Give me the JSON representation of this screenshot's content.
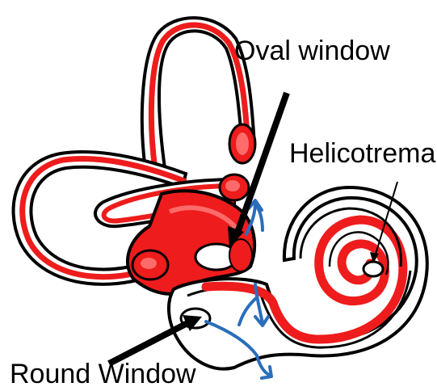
{
  "labels": {
    "oval_window": "Oval window",
    "helicotrema": "Helicotrema",
    "round_window": "Round Window"
  },
  "colors": {
    "background": "#ffffff",
    "membranous_labyrinth": "#ee1c1c",
    "outline": "#000000",
    "fluid_flow_arrows": "#2a6ebb"
  }
}
